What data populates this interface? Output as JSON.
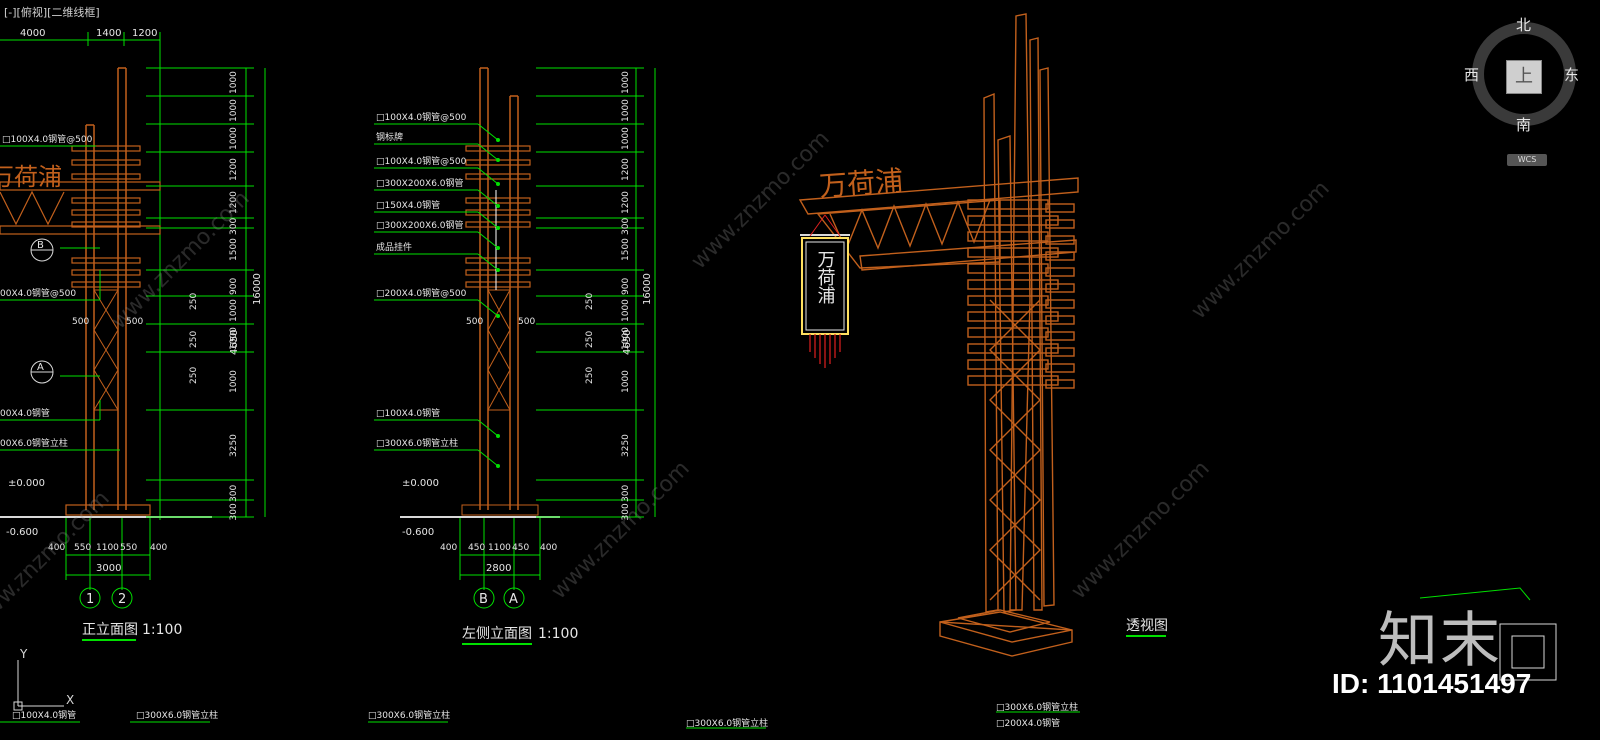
{
  "viewport_label": "[-][俯视][二维线框]",
  "viewcube": {
    "top_face": "上",
    "north": "北",
    "south": "南",
    "east": "东",
    "west": "西",
    "wcs_button": "WCS"
  },
  "colors": {
    "background": "#000000",
    "dim": "#00e000",
    "structure": "#c2601c",
    "text": "#e6e6e6",
    "label_dim": "#d8d8d8"
  },
  "front_view": {
    "title": "正立面图",
    "scale": "1:100",
    "top_dims": [
      "4000",
      "1400",
      "1200"
    ],
    "right_dims_outer": [
      "1000",
      "1000",
      "1000",
      "1200",
      "1200",
      "300",
      "1500",
      "900",
      "1000",
      "1000",
      "1000",
      "3250",
      "300",
      "300"
    ],
    "right_dims_inner": [
      "250",
      "250",
      "250"
    ],
    "total_height": "16000",
    "mid_dim": "4650",
    "bottom_dims": [
      "400",
      "550",
      "1100",
      "550",
      "400"
    ],
    "bottom_total": "3000",
    "axis_labels": [
      "1",
      "2"
    ],
    "elevations": [
      "±0.000",
      "-0.600"
    ],
    "callouts": [
      "□100X4.0钢管@500",
      "00X4.0钢管@500",
      "00X4.0钢管",
      "00X6.0钢管立柱"
    ],
    "side_markers": [
      "B",
      "A"
    ],
    "width_marks": [
      "500",
      "500"
    ],
    "sign_text": "万荷浦"
  },
  "side_view": {
    "title": "左侧立面图",
    "scale": "1:100",
    "right_dims_outer": [
      "1000",
      "1000",
      "1000",
      "1200",
      "1200",
      "300",
      "1500",
      "900",
      "1000",
      "1000",
      "1000",
      "3250",
      "300",
      "300"
    ],
    "right_dims_inner": [
      "250",
      "250",
      "250"
    ],
    "total_height": "16000",
    "mid_dim": "4650",
    "bottom_dims": [
      "400",
      "450",
      "1100",
      "450",
      "400"
    ],
    "bottom_total": "2800",
    "axis_labels": [
      "B",
      "A"
    ],
    "elevations": [
      "±0.000",
      "-0.600"
    ],
    "callouts": [
      "□100X4.0钢管@500",
      "钢标牌",
      "□100X4.0钢管@500",
      "□300X200X6.0钢管",
      "□150X4.0钢管",
      "□300X200X6.0钢管",
      "成品挂件",
      "□200X4.0钢管@500",
      "□100X4.0钢管",
      "□300X6.0钢管立柱"
    ],
    "width_marks": [
      "500",
      "500"
    ]
  },
  "perspective": {
    "title": "透视图",
    "sign_text": "万荷浦",
    "banner_text": "万荷浦"
  },
  "bottom_labels": [
    "□100X4.0钢管",
    "□300X6.0钢管立柱",
    "□300X6.0钢管立柱",
    "□300X6.0钢管立柱",
    "□300X6.0钢管立柱",
    "□200X4.0钢管"
  ],
  "watermark": {
    "site": "www.znzmo.com",
    "brand": "知末",
    "id": "ID: 1101451497"
  },
  "ucs": {
    "x": "X",
    "y": "Y"
  }
}
